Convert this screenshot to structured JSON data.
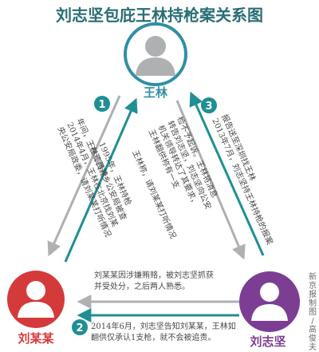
{
  "title": "刘志坚包庇王林持枪案关系图",
  "colors": {
    "title": "#2a6e76",
    "wang": "#2f8fa4",
    "liu_mou": "#d53a3a",
    "liu_zhijian": "#7c3e93",
    "arrow_gray": "#aeb0b2",
    "arrow_teal": "#1f8f94",
    "node_fill": "#ffffff",
    "text": "#4a4a4a"
  },
  "nodes": {
    "wang": {
      "label": "王林"
    },
    "liu_mou": {
      "label": "刘某某"
    },
    "liu_zhijian": {
      "label": "刘志坚"
    }
  },
  "steps": {
    "one": "1",
    "two": "2",
    "three": "3"
  },
  "notes": {
    "left_outer": [
      "1995年，王林持枪",
      "在江西萍乡公安局被查"
    ],
    "left_inner": [
      "年间，王林称持枪",
      "2014年4月，王林在北京找刘某",
      "央公安局政委，请刘某某打听情况"
    ],
    "left_far": [
      "王林称，请刘某某打听情况"
    ],
    "right_outer": [
      "报告送至深圳找王林",
      "2013年7月，刘志坚持王林持枪的报案"
    ],
    "right_inner": [
      "检不予起诉。王林将消息",
      "转告刘志坚，刘志坚向公安",
      "机关领导转达了其要求，",
      "王林翻供称有一支"
    ],
    "bottom_mid": [
      "刘某某因涉嫌贿赂，被刘志坚抓获",
      "并受处分，之后两人熟悉。"
    ],
    "bottom_low": [
      "2014年6月，刘志坚告知刘某某，王林如",
      "翻供仅承认1支枪，就不会被追责。"
    ]
  },
  "credit": "新京报制图/高俊夫"
}
